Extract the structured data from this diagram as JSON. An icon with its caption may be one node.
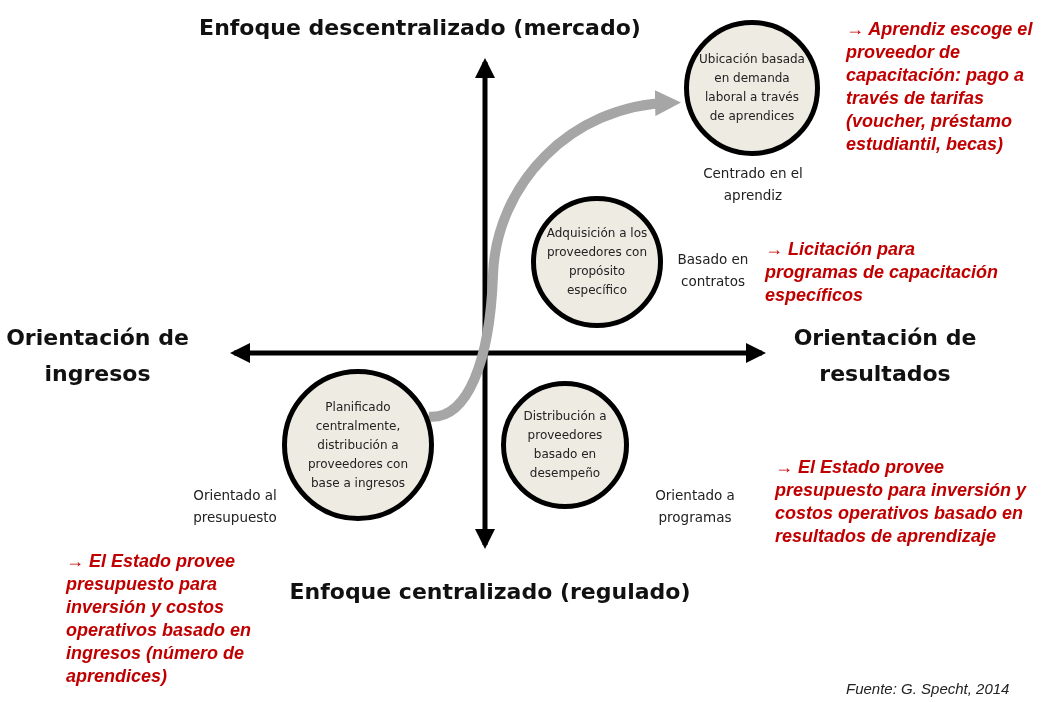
{
  "diagram": {
    "nodes": [
      {
        "text": [
          "Ubicación basada en demanda laboral a través de aprendices"
        ],
        "beside": [
          "Centrado en el aprendiz"
        ]
      },
      {
        "text": [
          "Adquisición a los proveedores con propósito específico"
        ],
        "beside": [
          "Basado en contratos"
        ]
      },
      {
        "text": [
          "Planificado centralmente, distribución a proveedores con base a ingresos"
        ],
        "beside": [
          "Orientado al presupuesto"
        ]
      },
      {
        "text": [
          "Distribución a proveedores basado en desempeño"
        ],
        "beside": [
          "Orientado a programas"
        ]
      }
    ],
    "edges": [
      {
        "from": 2,
        "to": 0,
        "arrow": "to"
      }
    ],
    "labels": [
      "Enfoque descentralizado (mercado)",
      "→ Aprendiz escoge el proveedor de capacitación: pago a través de tarifas (voucher, préstamo estudiantil, becas)",
      "→ Licitación para programas de capacitación específicos",
      "Orientación de ingresos",
      "Orientación de resultados",
      "→ El Estado provee presupuesto para inversión y costos operativos basado en resultados de aprendizaje",
      "Enfoque centralizado (regulado)",
      "→ El Estado provee presupuesto para inversión y costos operativos basado en ingresos (número de aprendices)",
      "Fuente: G. Specht, 2014"
    ]
  }
}
